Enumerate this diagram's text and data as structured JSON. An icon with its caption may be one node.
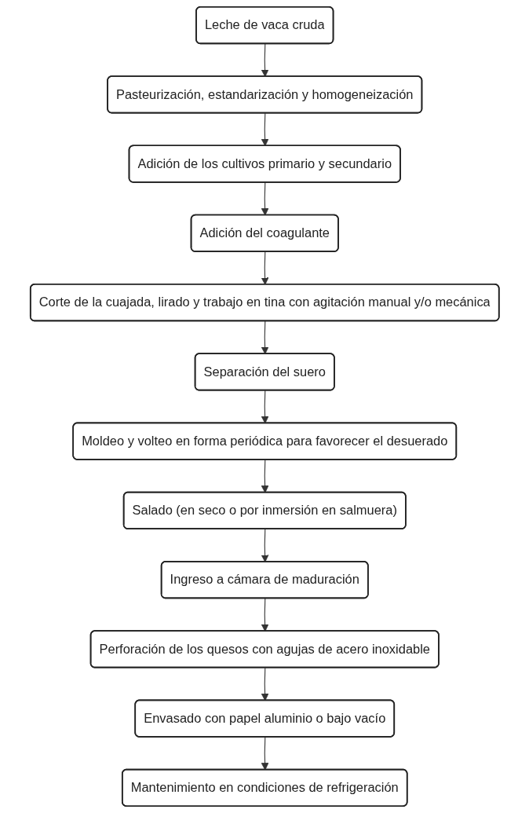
{
  "diagram": {
    "nodes": [
      {
        "text": [
          "Leche de vaca cruda"
        ]
      },
      {
        "text": [
          "Pasteurización, estandarización y homogeneización"
        ]
      },
      {
        "text": [
          "Adición de los cultivos primario y secundario"
        ]
      },
      {
        "text": [
          "Adición del coagulante"
        ]
      },
      {
        "text": [
          "Corte de la cuajada, lirado y trabajo en tina con agitación manual y/o mecánica"
        ]
      },
      {
        "text": [
          "Separación del suero"
        ]
      },
      {
        "text": [
          "Moldeo y volteo en forma periódica para favorecer el desuerado"
        ]
      },
      {
        "text": [
          "Salado (en seco o por inmersión en salmuera)"
        ]
      },
      {
        "text": [
          "Ingreso a cámara de maduración"
        ]
      },
      {
        "text": [
          "Perforación de los quesos con agujas de acero inoxidable"
        ]
      },
      {
        "text": [
          "Envasado con papel aluminio o bajo vacío"
        ]
      },
      {
        "text": [
          "Mantenimiento en condiciones de refrigeración"
        ]
      }
    ],
    "edges": [
      {
        "from": 0,
        "to": 1,
        "arrow": "to"
      },
      {
        "from": 1,
        "to": 2,
        "arrow": "to"
      },
      {
        "from": 2,
        "to": 3,
        "arrow": "to"
      },
      {
        "from": 3,
        "to": 4,
        "arrow": "to"
      },
      {
        "from": 4,
        "to": 5,
        "arrow": "to"
      },
      {
        "from": 5,
        "to": 6,
        "arrow": "to"
      },
      {
        "from": 6,
        "to": 7,
        "arrow": "to"
      },
      {
        "from": 7,
        "to": 8,
        "arrow": "to"
      },
      {
        "from": 8,
        "to": 9,
        "arrow": "to"
      },
      {
        "from": 9,
        "to": 10,
        "arrow": "to"
      },
      {
        "from": 10,
        "to": 11,
        "arrow": "to"
      }
    ]
  }
}
